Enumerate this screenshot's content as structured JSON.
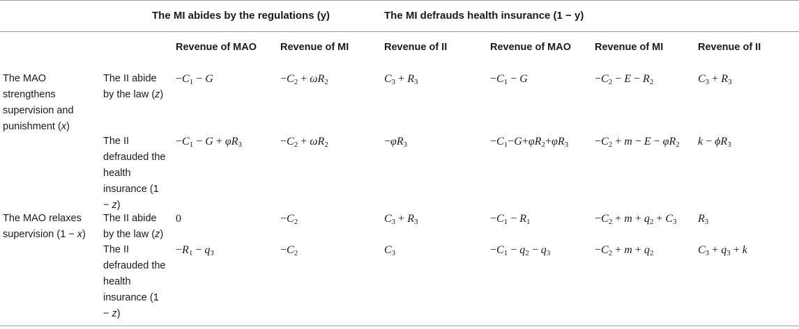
{
  "header": {
    "group1": "The MI abides by the regulations (y)",
    "group2": "The MI defrauds health insurance (1 − y)",
    "columns": [
      "Revenue of MAO",
      "Revenue of MI",
      "Revenue of II",
      "Revenue of MAO",
      "Revenue of MI",
      "Revenue of II"
    ]
  },
  "row_groups": [
    {
      "label": "The MAO strengthens supervision and punishment (x)"
    },
    {
      "label": "The MAO relaxes supervision (1 − x)"
    }
  ],
  "rows": [
    {
      "label": "The II abide by the law (z)",
      "cells": [
        "−C1 − G",
        "−C2 + ωR2",
        "C3 + R3",
        "−C1 − G",
        "−C2 − E − R2",
        "C3 + R3"
      ]
    },
    {
      "label": "The II defrauded the health insurance (1 − z)",
      "cells": [
        "−C1 − G + φR3",
        "−C2 + ωR2",
        "−φR3",
        "−C1−G+φR2+φR3",
        "−C2 + m − E − φR2",
        "k − ϕR3"
      ]
    },
    {
      "label": "The II abide by the law (z)",
      "cells": [
        "0",
        "−C2",
        "C3 + R3",
        "−C1 − R1",
        "−C2 + m + q2 + C3",
        "R3"
      ]
    },
    {
      "label": "The II defrauded the health insurance (1 − z)",
      "cells": [
        "−R1 − q3",
        "−C2",
        "C3",
        "−C1 − q2 − q3",
        "−C2 + m + q2",
        "C3 + q3 + k"
      ]
    }
  ]
}
